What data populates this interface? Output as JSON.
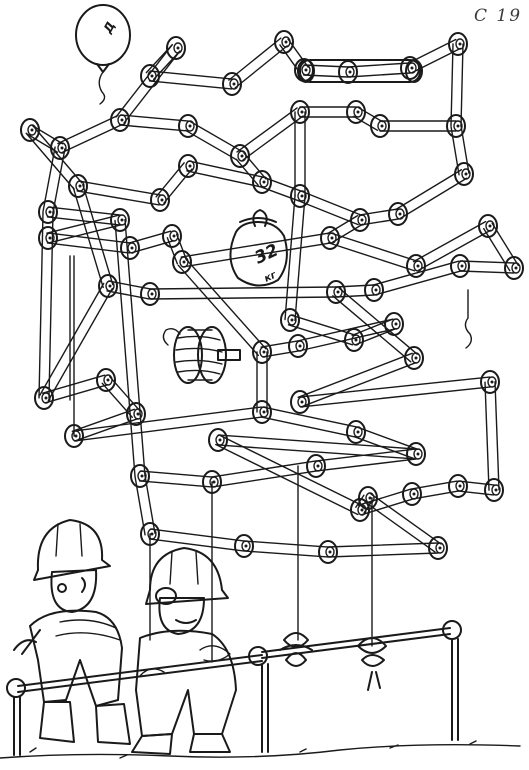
{
  "page_label": "C 19",
  "weight": {
    "value": "32",
    "unit": "кг"
  },
  "balloon": {
    "mark": "Д"
  }
}
